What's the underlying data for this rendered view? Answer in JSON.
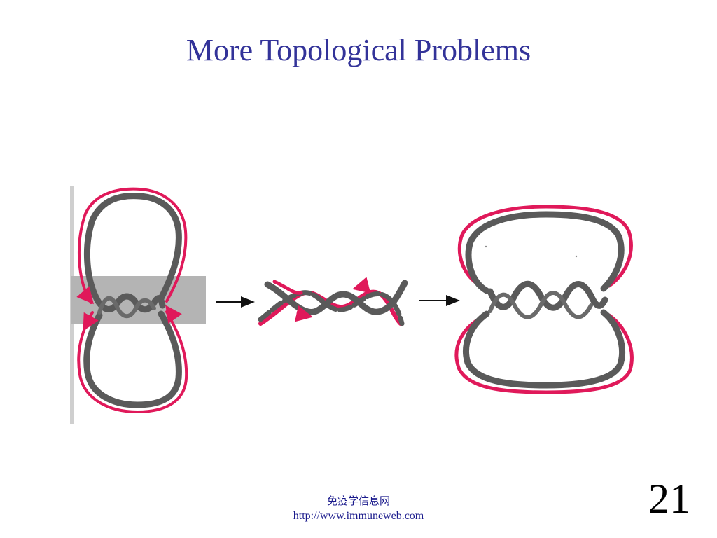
{
  "slide": {
    "title": "More Topological Problems",
    "page_number": "21"
  },
  "footer": {
    "site_name": "免疫学信息网",
    "url": "http://www.immuneweb.com"
  },
  "colors": {
    "title": "#333399",
    "strand_dark": "#5a5a5a",
    "strand_red": "#e0195a",
    "shade_box": "#b4b4b4",
    "footer_text": "#1a1a8c",
    "arrow": "#111111"
  }
}
